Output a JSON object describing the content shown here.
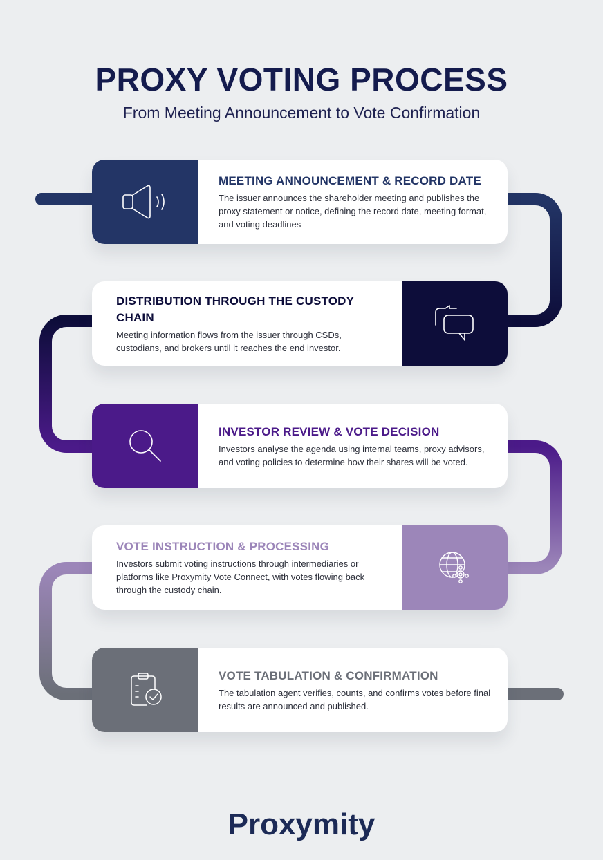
{
  "header": {
    "title": "PROXY VOTING PROCESS",
    "subtitle": "From Meeting Announcement to Vote Confirmation"
  },
  "steps": [
    {
      "title": "MEETING ANNOUNCEMENT & RECORD DATE",
      "description": "The issuer announces the shareholder meeting and publishes the proxy statement or notice, defining the record date, meeting format, and voting deadlines",
      "icon": "megaphone-icon",
      "color": "#233566"
    },
    {
      "title": "DISTRIBUTION THROUGH THE CUSTODY CHAIN",
      "description": "Meeting information flows from the issuer through CSDs, custodians, and brokers until it reaches the end investor.",
      "icon": "chat-bubbles-icon",
      "color": "#0d0d3a"
    },
    {
      "title": "INVESTOR REVIEW & VOTE DECISION",
      "description": "Investors analyse the agenda using internal teams, proxy advisors, and voting policies to determine how their shares will be voted.",
      "icon": "magnifier-icon",
      "color": "#4b1a89"
    },
    {
      "title": "VOTE INSTRUCTION & PROCESSING",
      "description": "Investors submit voting instructions through intermediaries or platforms like Proxymity Vote Connect, with votes flowing back through the custody chain.",
      "icon": "globe-gear-icon",
      "color": "#9c86b9"
    },
    {
      "title": "VOTE TABULATION & CONFIRMATION",
      "description": "The tabulation agent verifies, counts, and confirms votes before final results are announced and published.",
      "icon": "clipboard-check-icon",
      "color": "#6b6f78"
    }
  ],
  "footer": {
    "logo_text": "Proxymity"
  }
}
